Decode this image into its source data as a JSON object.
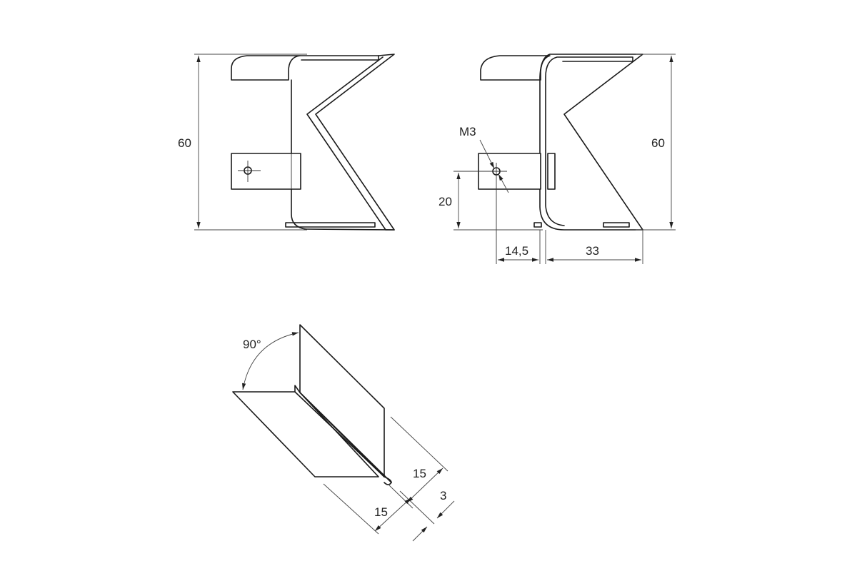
{
  "colors": {
    "line": "#1a1a1a",
    "dimension": "#444444",
    "background": "#ffffff"
  },
  "views": {
    "front": {
      "height_label": "60"
    },
    "side": {
      "thread_label": "M3",
      "hole_height_label": "20",
      "height_label": "60",
      "hole_offset_label": "14,5",
      "depth_label": "33"
    },
    "iso": {
      "angle_label": "90°",
      "leg_a_label": "15",
      "thickness_label": "3",
      "leg_b_label": "15"
    }
  }
}
